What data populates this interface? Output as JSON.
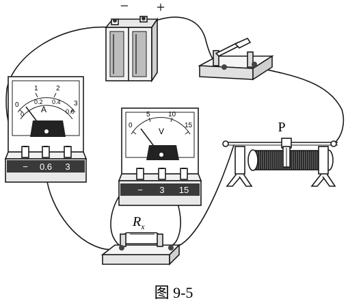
{
  "battery": {
    "neg_sign": "−",
    "pos_sign": "+"
  },
  "ammeter": {
    "symbol": "A",
    "scale_top": [
      "0",
      "1",
      "2",
      "3"
    ],
    "scale_bottom": [
      "0",
      "0.2",
      "0.4",
      "0.6"
    ],
    "terminals": [
      "−",
      "0.6",
      "3"
    ]
  },
  "voltmeter": {
    "symbol": "V",
    "scale": [
      "0",
      "5",
      "10",
      "15"
    ],
    "terminals": [
      "−",
      "3",
      "15"
    ]
  },
  "rheostat": {
    "slider_label": "P"
  },
  "resistor": {
    "label": "R",
    "subscript": "x"
  },
  "caption": "图 9-5"
}
